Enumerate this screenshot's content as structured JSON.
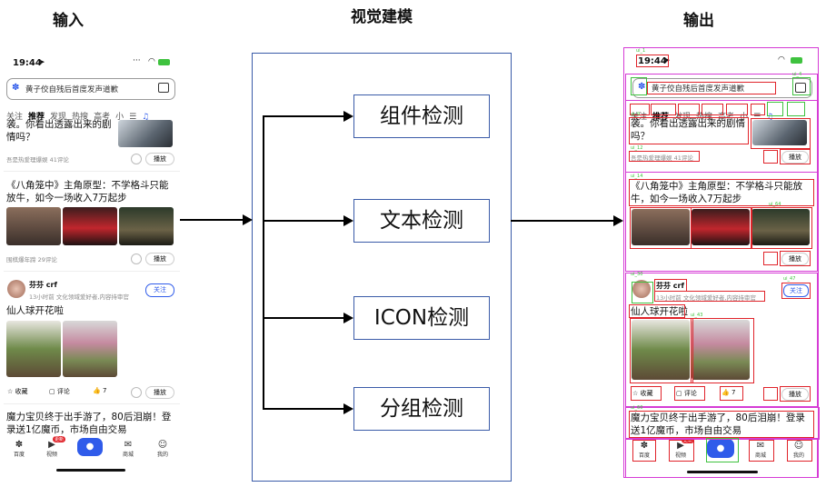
{
  "labels": {
    "input": "输入",
    "vision": "视觉建模",
    "output": "输出"
  },
  "modules": [
    "组件检测",
    "文本检测",
    "ICON检测",
    "分组检测"
  ],
  "phone": {
    "time": "19:44",
    "search_placeholder": "黄子佼自残后首度发声道歉",
    "tabs": [
      "关注",
      "推荐",
      "发现",
      "热搜",
      "高考",
      "小"
    ],
    "feed1": {
      "text": "袭。你看出透露出来的剧情吗？",
      "source": "吾是热爱理爆娱",
      "comments": "41评论",
      "play": "播放"
    },
    "feed2": {
      "title": "《八角笼中》主角原型：不学格斗只能放牛，如今一场收入7万起步",
      "source": "围棋爆年蹄",
      "comments": "29评论",
      "play": "播放"
    },
    "feed3": {
      "author": "芬芬 crf",
      "time": "13小时前",
      "desc": "文化领域爱好者,内容持审官",
      "follow": "关注",
      "content": "仙人球开花啦",
      "collect": "收藏",
      "comment": "评论",
      "likes": "7",
      "play": "播放"
    },
    "feed4": {
      "text": "魔力宝贝终于出手游了，80后泪崩！登录送1亿魔币，市场自由交易"
    },
    "nav": [
      "百度",
      "视频",
      "",
      "商城",
      "我的"
    ],
    "video_badge": "更新"
  },
  "colors": {
    "accent": "#2f5bea",
    "annot_group": "#d53bd5",
    "annot_component": "#e0232a",
    "annot_tag": "#3ec23e",
    "module_border": "#3a5ba8"
  }
}
